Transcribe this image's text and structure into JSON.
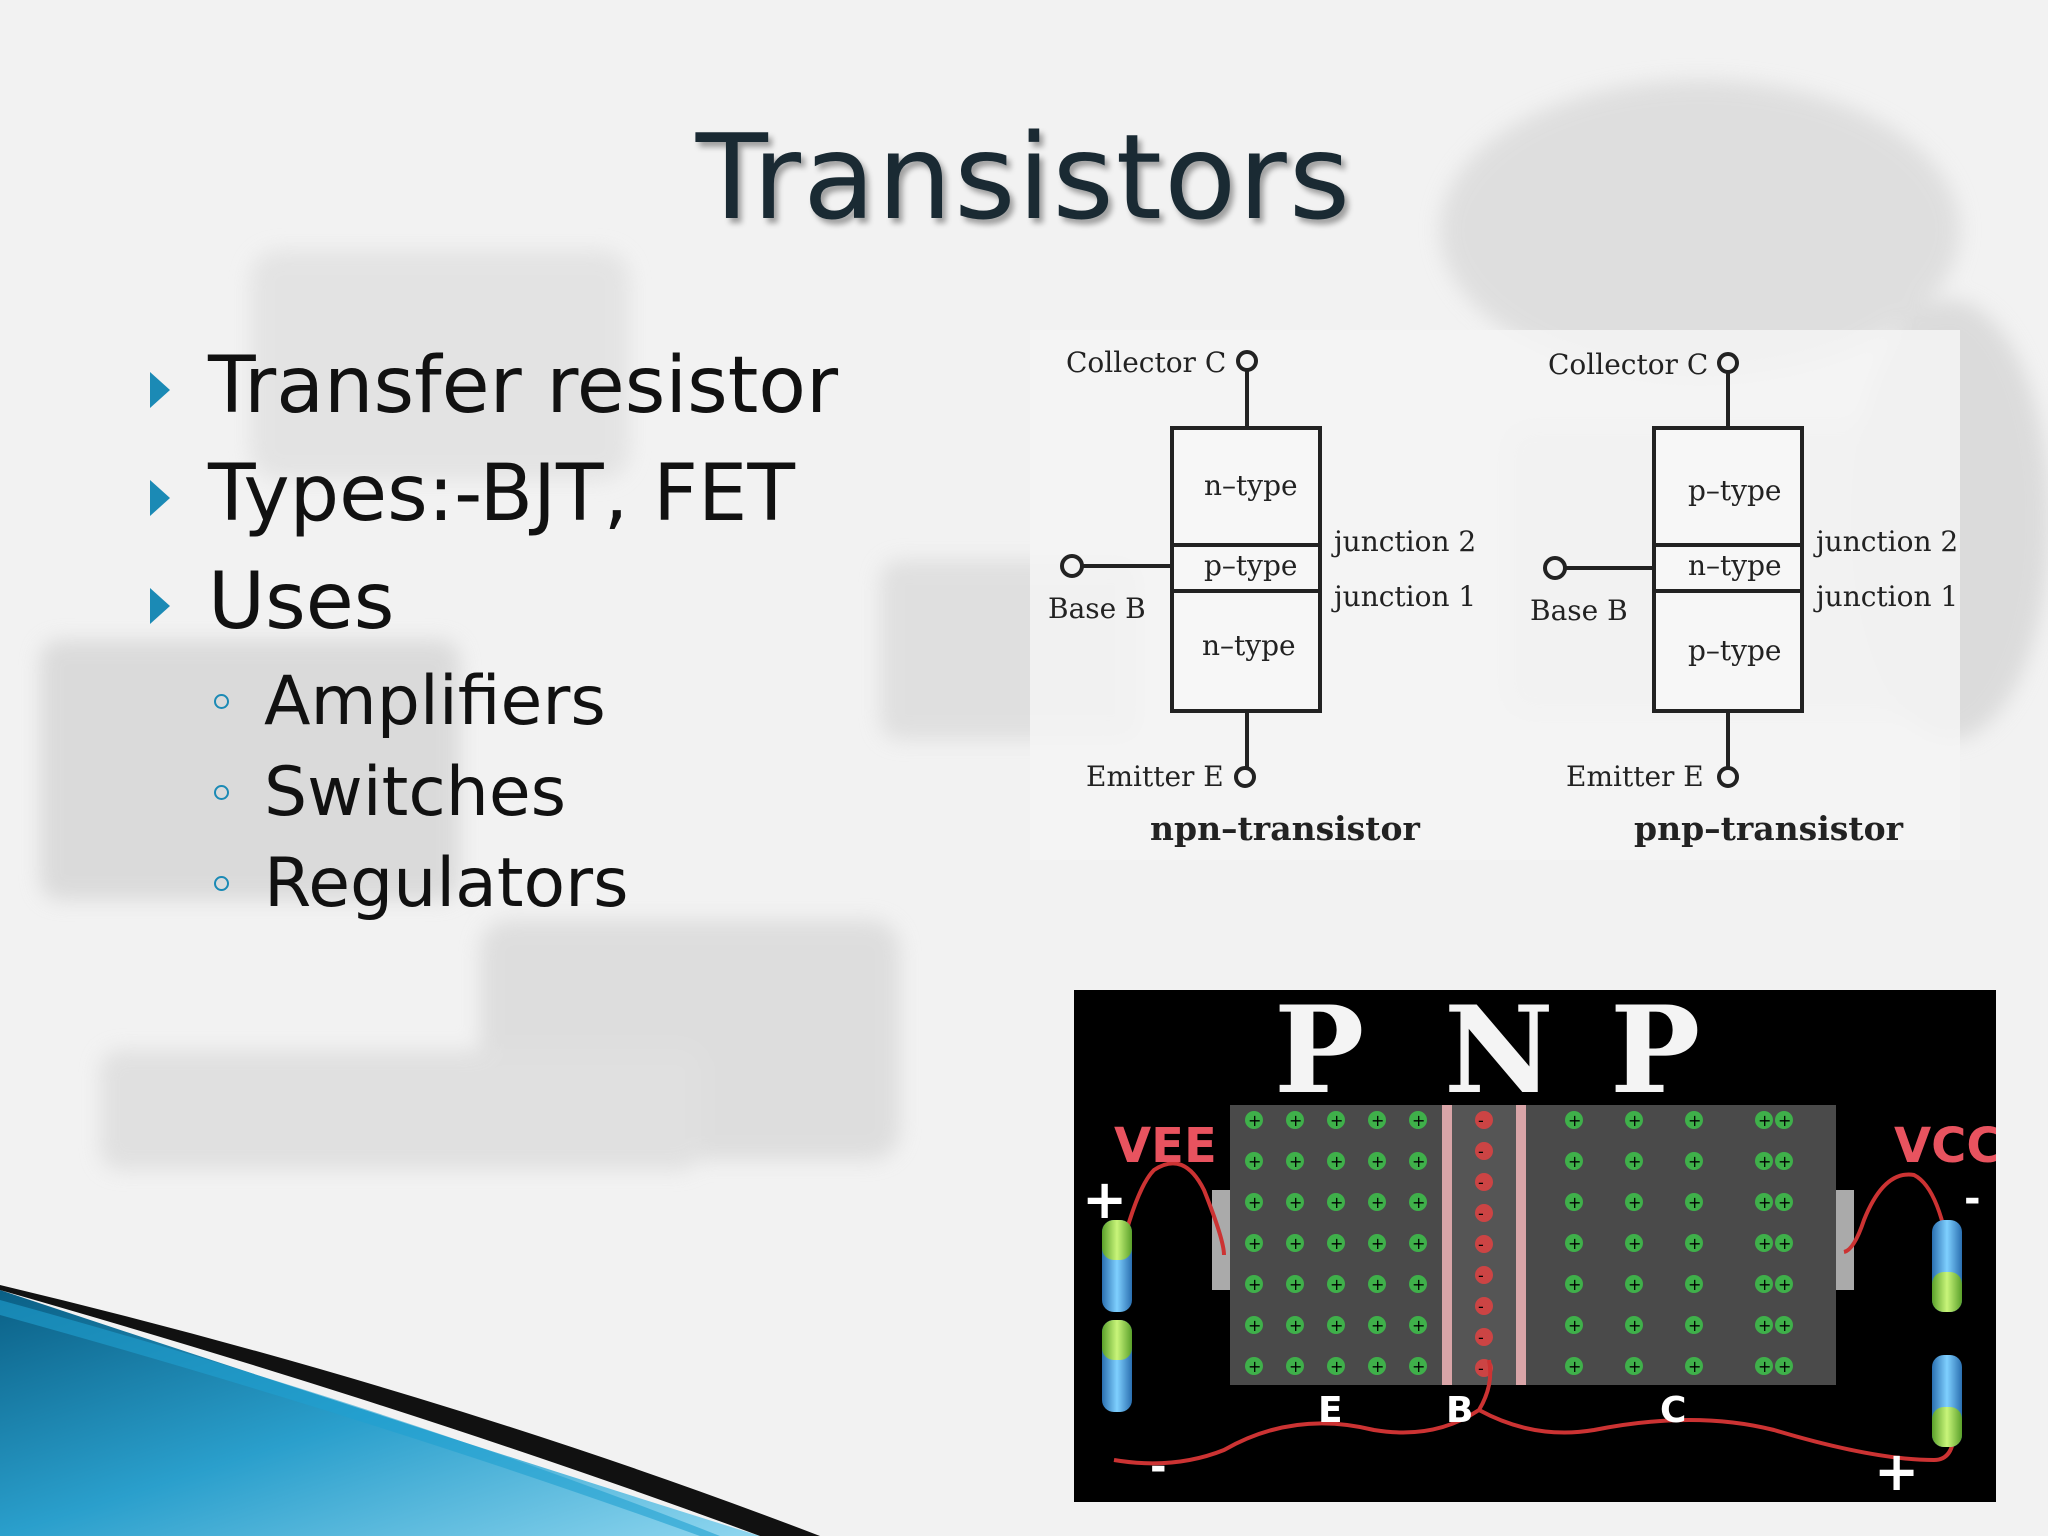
{
  "slide": {
    "title": "Transistors",
    "bullets": [
      {
        "text": "Transfer resistor"
      },
      {
        "text": "Types:-BJT, FET"
      },
      {
        "text": "Uses"
      }
    ],
    "sub_bullets": [
      {
        "text": "Amplifiers"
      },
      {
        "text": "Switches"
      },
      {
        "text": "Regulators"
      }
    ]
  },
  "npn": {
    "collector": "Collector C",
    "base": "Base B",
    "emitter": "Emitter E",
    "top_layer": "n–type",
    "mid_layer": "p–type",
    "bottom_layer": "n–type",
    "junction2": "junction 2",
    "junction1": "junction 1",
    "caption": "npn–transistor"
  },
  "pnp": {
    "collector": "Collector C",
    "base": "Base B",
    "emitter": "Emitter E",
    "top_layer": "p–type",
    "mid_layer": "n–type",
    "bottom_layer": "p–type",
    "junction2": "junction 2",
    "junction1": "junction 1",
    "caption": "pnp–transistor"
  },
  "pnp_photo": {
    "letter_p1": "P",
    "letter_n": "N",
    "letter_p2": "P",
    "vee": "VEE",
    "vcc": "VCC",
    "label_e": "E",
    "label_b": "B",
    "label_c": "C"
  },
  "colors": {
    "accent": "#1b8ab5",
    "wave_dark": "#0d6f98",
    "wave_light": "#5fc3e6"
  }
}
